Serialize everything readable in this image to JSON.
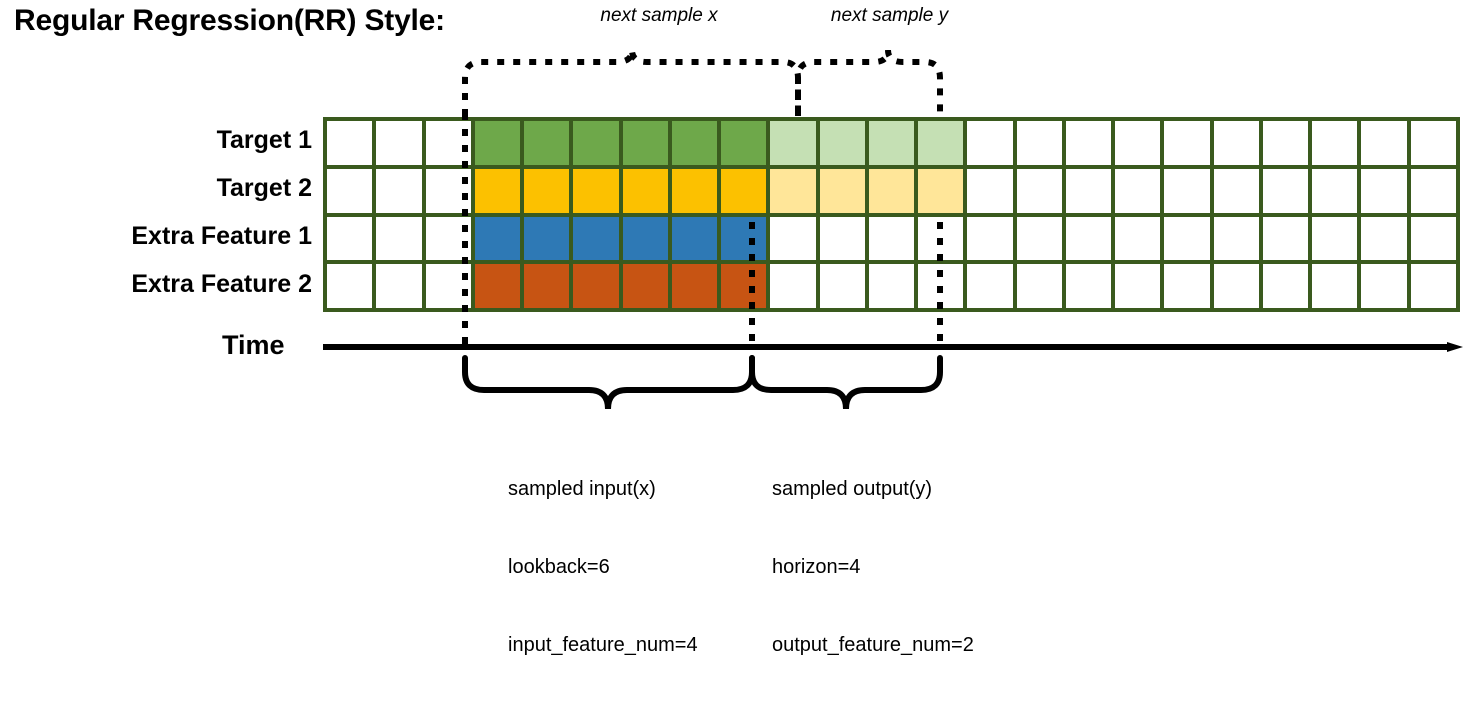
{
  "title": "Regular Regression(RR) Style:",
  "top_annotations": {
    "next_sample_x": "next sample x",
    "next_sample_y": "next sample y"
  },
  "rows": [
    {
      "label": "Target 1",
      "dark_color": "#6EA84A",
      "light_color": "#C5E0B4",
      "has_output": true
    },
    {
      "label": "Target 2",
      "dark_color": "#FCC100",
      "light_color": "#FFE699",
      "has_output": true
    },
    {
      "label": "Extra Feature 1",
      "dark_color": "#2E79B5",
      "light_color": "#FFFFFF",
      "has_output": false
    },
    {
      "label": "Extra Feature 2",
      "dark_color": "#C75413",
      "light_color": "#FFFFFF",
      "has_output": false
    }
  ],
  "grid": {
    "total_columns": 23,
    "total_rows": 4,
    "lead_blank_columns": 3,
    "input_columns": 6,
    "output_columns": 4,
    "trail_blank_columns": 10,
    "border_color": "#3A5A1E",
    "empty_cell_color": "#FFFFFF"
  },
  "time_axis": {
    "label": "Time"
  },
  "bottom_annotations": {
    "input": {
      "line1": "sampled input(x)",
      "line2": "lookback=6",
      "line3": "input_feature_num=4"
    },
    "output": {
      "line1": "sampled output(y)",
      "line2": "horizon=4",
      "line3": "output_feature_num=2"
    }
  }
}
